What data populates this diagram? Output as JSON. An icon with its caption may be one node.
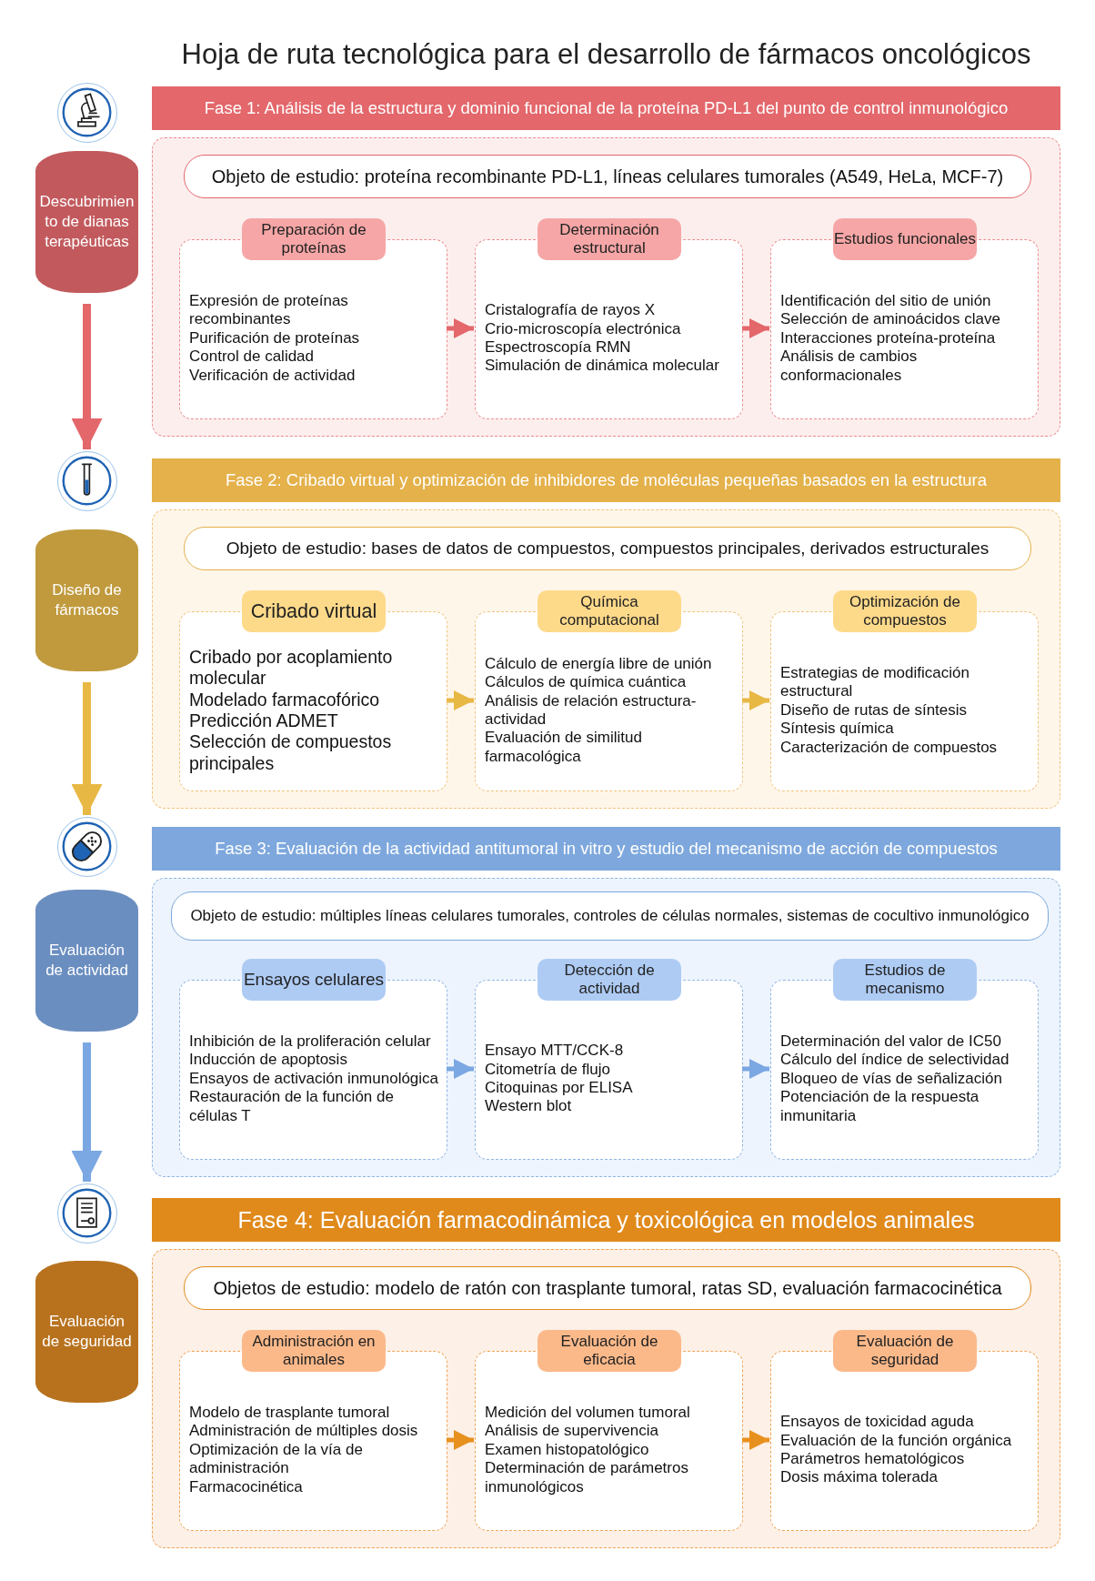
{
  "diagram": {
    "title": "Hoja de ruta tecnológica para el desarrollo de fármacos oncológicos",
    "nodes": [
      {
        "text": [],
        "shape": "circle"
      },
      {
        "text": [
          "Descubrimiento de dianas terapéuticas"
        ]
      },
      {
        "text": [
          "Fase 1: Análisis de la estructura y dominio funcional de la proteína PD-L1 del punto de control inmunológico"
        ]
      },
      {
        "text": [],
        "shape": "box"
      },
      {
        "text": [
          "Objeto de estudio: proteína recombinante PD-L1, líneas celulares tumorales (A549, HeLa, MCF-7)"
        ],
        "in": 3
      },
      {
        "text": [
          "Preparación de proteínas",
          "Expresión de proteínas recombinantes",
          "Purificación de proteínas",
          "Control de calidad",
          "Verificación de actividad"
        ],
        "in": 3
      },
      {
        "text": [
          "Determinación estructural",
          "Cristalografía de rayos X",
          "Crio-microscopía electrónica",
          "Espectroscopía RMN",
          "Simulación de dinámica molecular"
        ],
        "in": 3
      },
      {
        "text": [
          "Estudios funcionales",
          "Identificación del sitio de unión",
          "Selección de aminoácidos clave",
          "Interacciones proteína-proteína",
          "Análisis de cambios conformacionales"
        ],
        "in": 3
      },
      {
        "text": [],
        "shape": "circle"
      },
      {
        "text": [
          "Diseño de fármacos"
        ]
      },
      {
        "text": [
          "Fase 2: Cribado virtual y optimización de inhibidores de moléculas pequeñas basados en la estructura"
        ]
      },
      {
        "text": [],
        "shape": "box"
      },
      {
        "text": [
          "Objeto de estudio: bases de datos de compuestos, compuestos principales, derivados estructurales"
        ],
        "in": 11
      },
      {
        "text": [
          "Cribado virtual",
          "Cribado por acoplamiento molecular",
          "Modelado farmacofórico",
          "Predicción ADMET",
          "Selección de compuestos principales"
        ],
        "in": 11
      },
      {
        "text": [
          "Química computacional",
          "Cálculo de energía libre de unión",
          "Cálculos de química cuántica",
          "Análisis de relación estructura-actividad",
          "Evaluación de similitud farmacológica"
        ],
        "in": 11
      },
      {
        "text": [
          "Optimización de compuestos",
          "Estrategias de modificación estructural",
          "Diseño de rutas de síntesis",
          "Síntesis química",
          "Caracterización de compuestos"
        ],
        "in": 11
      },
      {
        "text": [],
        "shape": "circle"
      },
      {
        "text": [
          "Evaluación de actividad"
        ]
      },
      {
        "text": [
          "Fase 3: Evaluación de la actividad antitumoral in vitro y estudio del mecanismo de acción de compuestos"
        ]
      },
      {
        "text": [],
        "shape": "box"
      },
      {
        "text": [
          "Objeto de estudio: múltiples líneas celulares tumorales, controles de células normales, sistemas de cocultivo inmunológico"
        ],
        "in": 19
      },
      {
        "text": [
          "Ensayos celulares",
          "Inhibición de la proliferación celular",
          "Inducción de apoptosis",
          "Ensayos de activación inmunológica",
          "Restauración de la función de células T"
        ],
        "in": 19
      },
      {
        "text": [
          "Detección de actividad",
          "Ensayo MTT/CCK-8",
          "Citometría de flujo",
          "Citoquinas por ELISA",
          "Western blot"
        ],
        "in": 19
      },
      {
        "text": [
          "Estudios de mecanismo",
          "Determinación del valor de IC50",
          "Cálculo del índice de selectividad",
          "Bloqueo de vías de señalización",
          "Potenciación de la respuesta inmunitaria"
        ],
        "in": 19
      },
      {
        "text": [],
        "shape": "circle"
      },
      {
        "text": [
          "Evaluación de seguridad"
        ]
      },
      {
        "text": [
          "Fase 4: Evaluación farmacodinámica y toxicológica en modelos animales"
        ]
      },
      {
        "text": [],
        "shape": "box"
      },
      {
        "text": [
          "Objetos de estudio: modelo de ratón con trasplante tumoral, ratas SD, evaluación farmacocinética"
        ],
        "in": 27
      },
      {
        "text": [
          "Administración en animales",
          "Modelo de trasplante tumoral",
          "Administración de múltiples dosis",
          "Optimización de la vía de administración",
          "Farmacocinética"
        ],
        "in": 27
      },
      {
        "text": [
          "Evaluación de eficacia",
          "Medición del volumen tumoral",
          "Análisis de supervivencia",
          "Examen histopatológico",
          "Determinación de parámetros inmunológicos"
        ],
        "in": 27
      },
      {
        "text": [
          "Evaluación de seguridad",
          "Ensayos de toxicidad aguda",
          "Evaluación de la función orgánica",
          "Parámetros hematológicos",
          "Dosis máxima tolerada"
        ],
        "in": 27
      }
    ],
    "edges": [
      {
        "from": 5,
        "to": 6,
        "arrow": "to",
        "color": "#e3676b"
      },
      {
        "from": 6,
        "to": 7,
        "arrow": "to",
        "color": "#e3676b"
      },
      {
        "from": 1,
        "to": 8,
        "arrow": "to",
        "color": "#e3676b",
        "style": "thick"
      },
      {
        "from": 13,
        "to": 14,
        "arrow": "to",
        "color": "#e8b844"
      },
      {
        "from": 14,
        "to": 15,
        "arrow": "to",
        "color": "#e8b844"
      },
      {
        "from": 9,
        "to": 16,
        "arrow": "to",
        "color": "#e8b844",
        "style": "thick"
      },
      {
        "from": 21,
        "to": 22,
        "arrow": "to",
        "color": "#7ba7e3"
      },
      {
        "from": 22,
        "to": 23,
        "arrow": "to",
        "color": "#7ba7e3"
      },
      {
        "from": 17,
        "to": 24,
        "arrow": "to",
        "color": "#7ba7e3",
        "style": "thick"
      },
      {
        "from": 29,
        "to": 30,
        "arrow": "to",
        "color": "#e8901e"
      },
      {
        "from": 30,
        "to": 31,
        "arrow": "to",
        "color": "#e8901e"
      }
    ]
  }
}
